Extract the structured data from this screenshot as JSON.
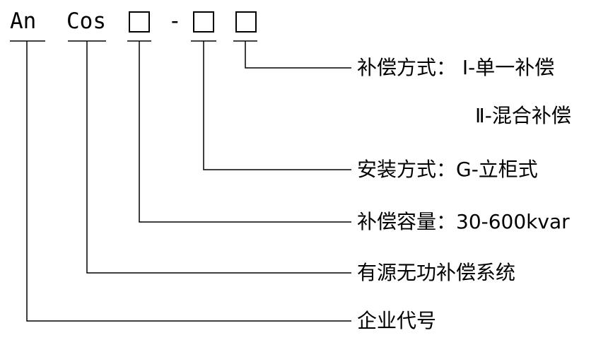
{
  "model_code": {
    "prefix": "An",
    "series": "Cos",
    "separator": "-"
  },
  "annotations": {
    "compensation_mode": "补偿方式： Ⅰ-单一补偿",
    "compensation_mode_2": "Ⅱ-混合补偿",
    "installation": "安装方式：G-立柜式",
    "capacity": "补偿容量：30-600kvar",
    "system": "有源无功补偿系统",
    "enterprise": "企业代号"
  }
}
